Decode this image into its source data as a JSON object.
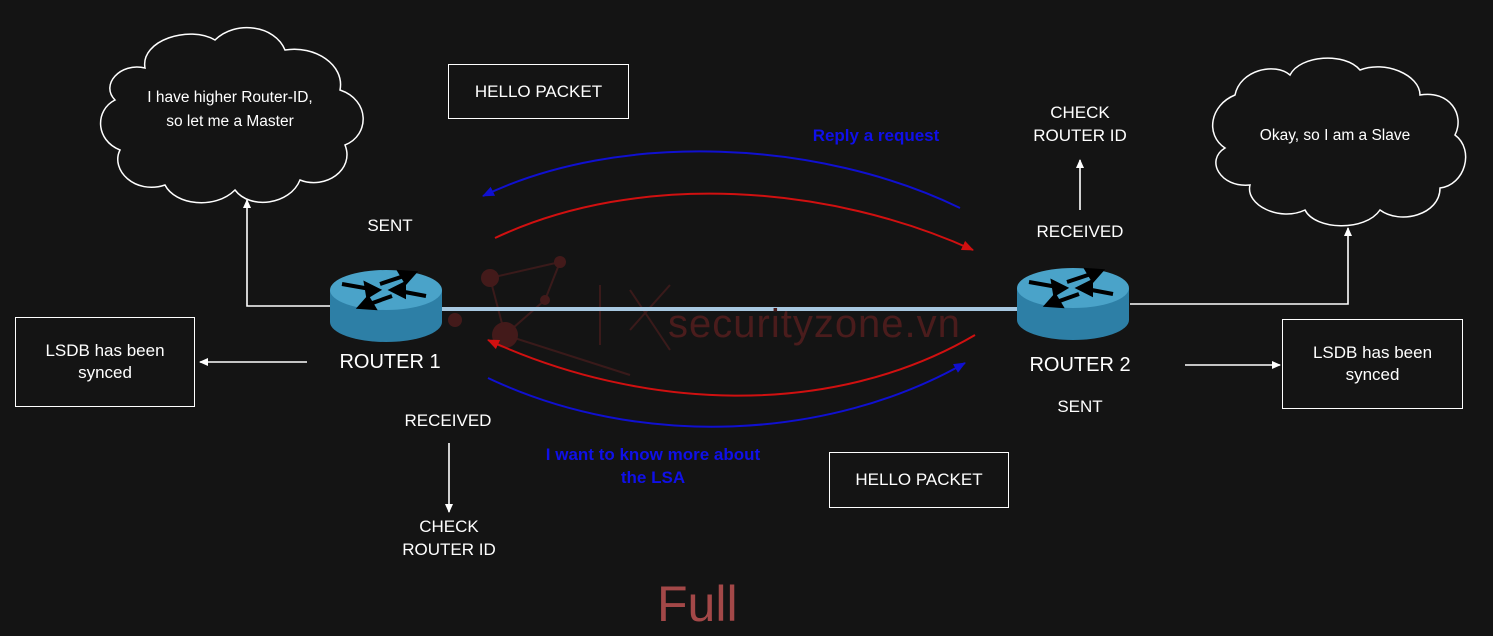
{
  "colors": {
    "background": "#141414",
    "white": "#ffffff",
    "blue_arrow": "#1010d0",
    "red_arrow": "#d01010",
    "link": "#a8c8e0",
    "router": "#4aa3c9",
    "router_dark": "#2d7fa6",
    "full": "#a34848",
    "watermark": "#4a1c1c"
  },
  "cloud_left": {
    "text_line1": "I have higher Router-ID,",
    "text_line2": "so let me a Master"
  },
  "cloud_right": {
    "text": "Okay, so I am a Slave"
  },
  "hello_packet_top": "HELLO PACKET",
  "hello_packet_bottom": "HELLO PACKET",
  "router1": {
    "name": "ROUTER 1",
    "sent": "SENT",
    "received": "RECEIVED",
    "check_line1": "CHECK",
    "check_line2": "ROUTER ID"
  },
  "router2": {
    "name": "ROUTER 2",
    "sent": "SENT",
    "received": "RECEIVED",
    "check_line1": "CHECK",
    "check_line2": "ROUTER ID"
  },
  "lsdb_left": {
    "line1": "LSDB has been",
    "line2": "synced"
  },
  "lsdb_right": {
    "line1": "LSDB has been",
    "line2": "synced"
  },
  "reply_label": "Reply a request",
  "want_label_line1": "I want to know more about",
  "want_label_line2": "the LSA",
  "state": "Full",
  "watermark": "securityzone.vn",
  "icons": [
    "cloud-icon",
    "router-icon",
    "arrow-icon"
  ]
}
